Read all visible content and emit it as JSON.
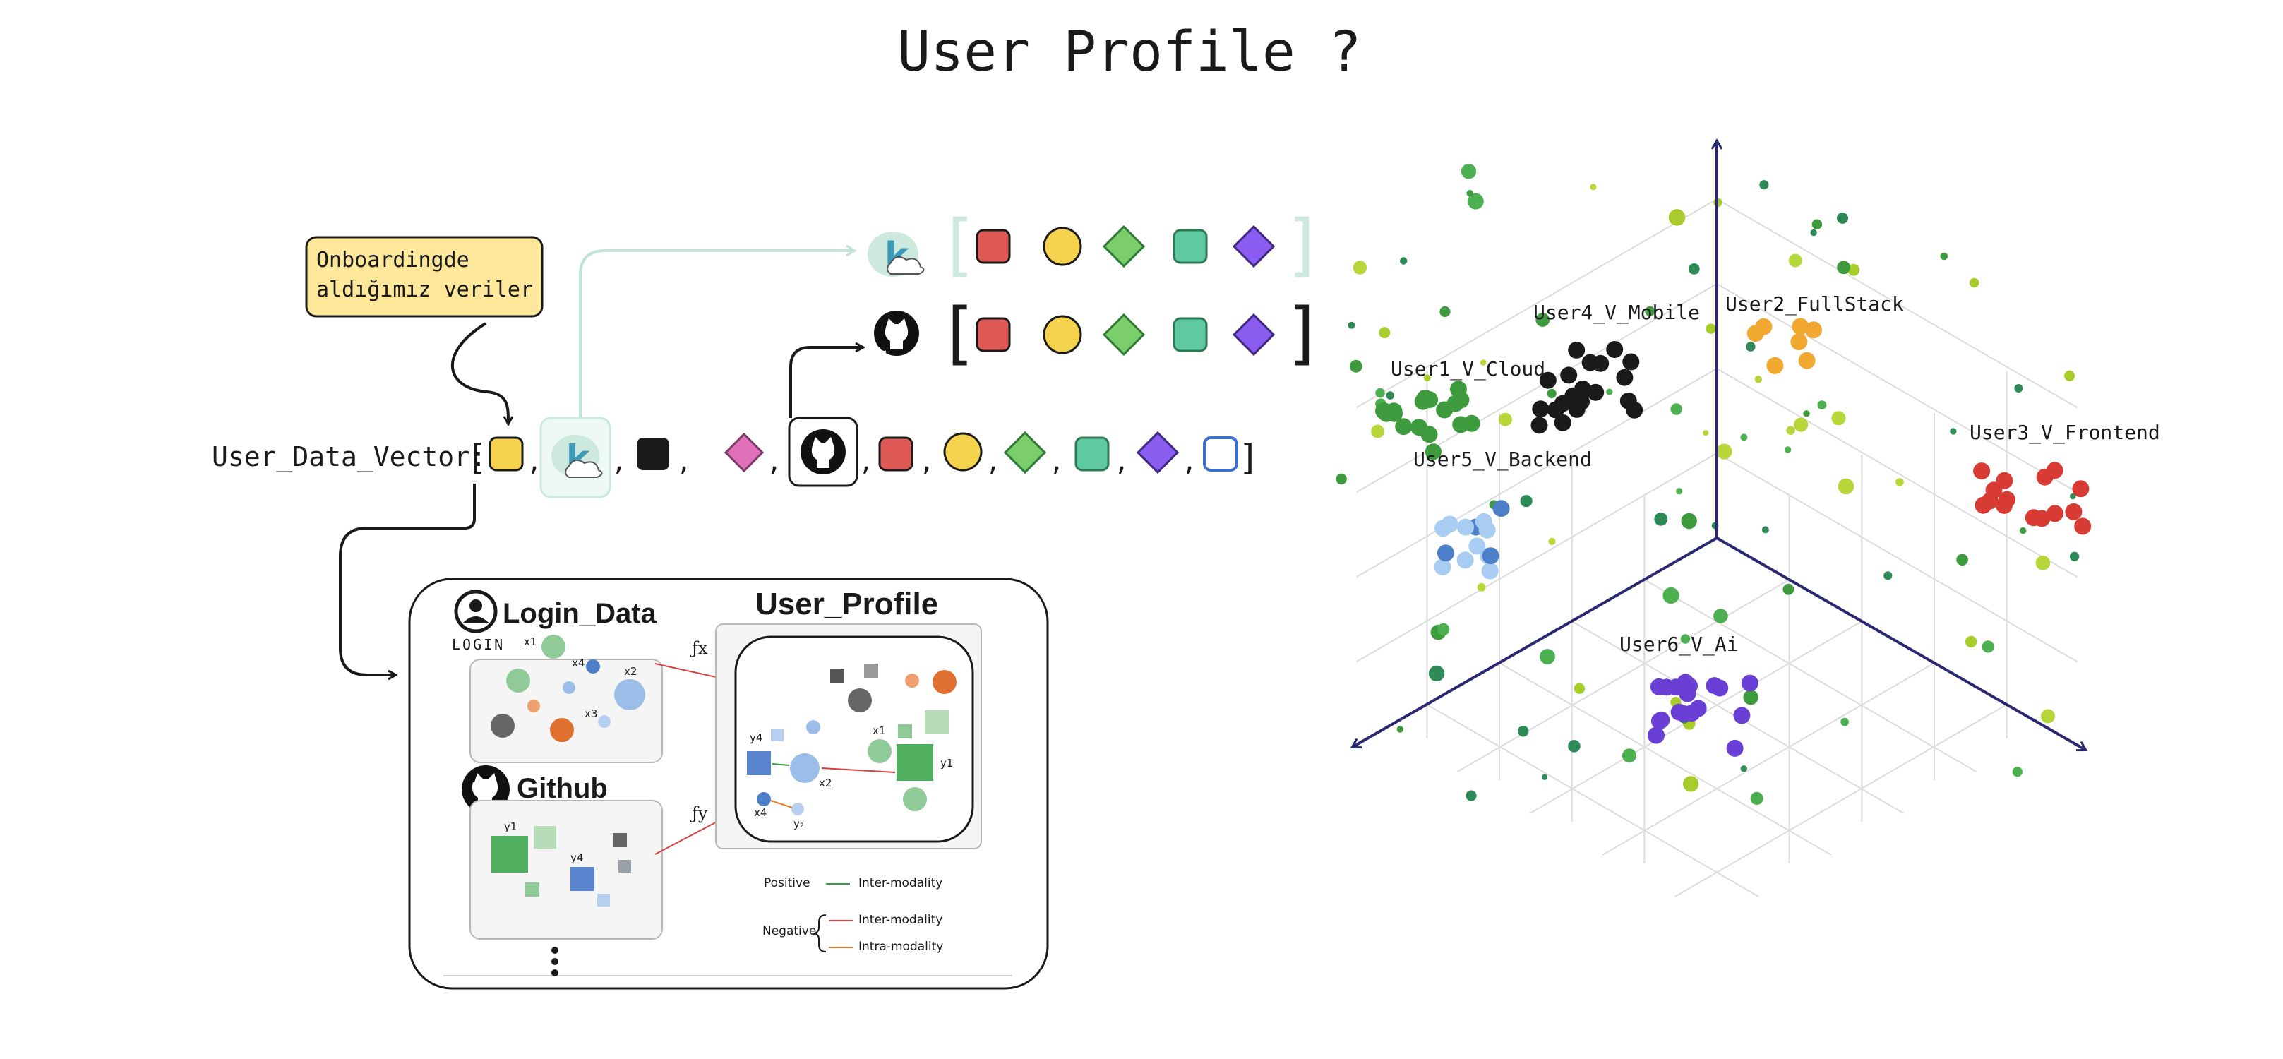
{
  "title": "User Profile ?",
  "note": {
    "line1": "Onboardingde",
    "line2": "aldığımız veriler"
  },
  "vector": {
    "label": "User_Data_Vector:"
  },
  "panel": {
    "login_title": "Login_Data",
    "login_caption": "LOGIN",
    "github_title": "Github",
    "profile_title": "User_Profile",
    "fx": "ƒx",
    "fy": "ƒy",
    "login_labels": [
      "x1",
      "x4",
      "x2",
      "x3"
    ],
    "github_labels": [
      "y1",
      "y4"
    ],
    "profile_labels": [
      "y4",
      "x1",
      "y1",
      "x2",
      "x4",
      "y₂"
    ],
    "legend": {
      "positive": "Positive",
      "negative": "Negative",
      "inter": "Inter-modality",
      "inter2": "Inter-modality",
      "intra": "Intra-modality"
    }
  },
  "clusters": [
    {
      "label": "User1_V_Cloud",
      "color": "#3d9a3d"
    },
    {
      "label": "User4_V_Mobile",
      "color": "#1a1a1a"
    },
    {
      "label": "User2_FullStack",
      "color": "#f0a830"
    },
    {
      "label": "User3_V_Frontend",
      "color": "#d83a34"
    },
    {
      "label": "User5_V_Backend",
      "color": "#a9cdf2"
    },
    {
      "label": "User6_V_Ai",
      "color": "#6a3fd6"
    }
  ],
  "colors": {
    "ink": "#1a1a1a",
    "note_fill": "#fde79a",
    "mint": "#cde9de",
    "axis": "#2a2870",
    "red": "#e05a55",
    "yellow": "#f5d34f",
    "green": "#7ccd6c",
    "teal": "#5fcaa1",
    "purple": "#8a5cf0",
    "pink": "#e070b8",
    "blue": "#3a6fd0"
  }
}
